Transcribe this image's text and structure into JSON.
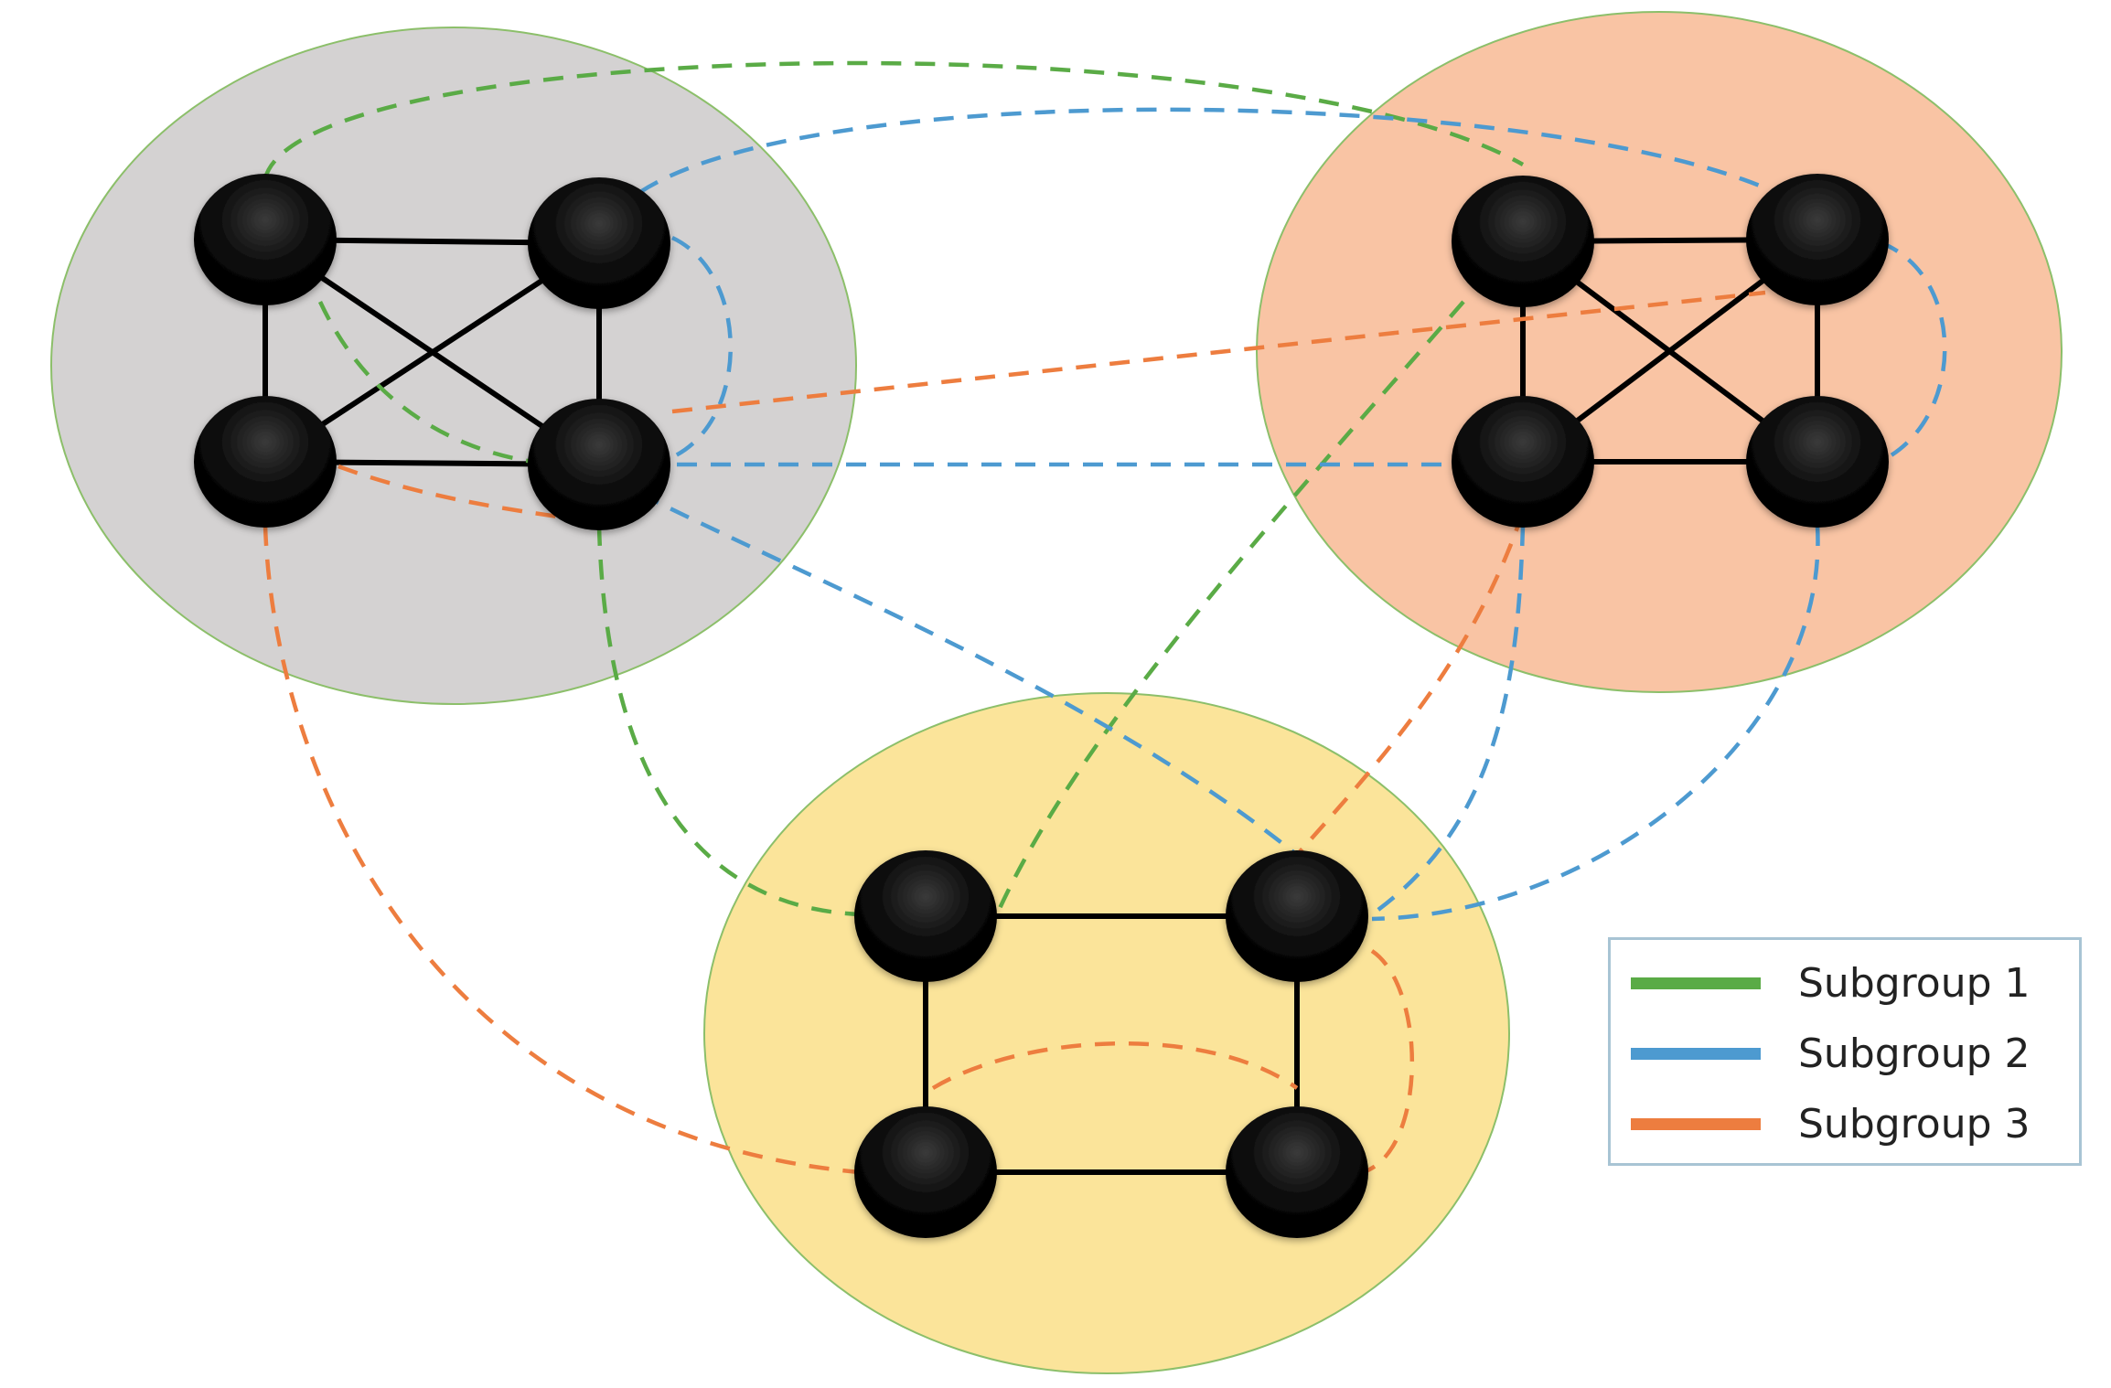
{
  "colors": {
    "group_a_fill": "#d4d2d2",
    "group_b_fill": "#f9c4a4",
    "group_c_fill": "#fbe49a",
    "group_outline": "#8cbf6a",
    "node": "#000000",
    "subgroup_1": "#5aab46",
    "subgroup_2": "#4d9ad0",
    "subgroup_3": "#ed7d3f"
  },
  "groups": [
    {
      "id": "group-top-left",
      "nodes": 4
    },
    {
      "id": "group-top-right",
      "nodes": 4
    },
    {
      "id": "group-bottom",
      "nodes": 4
    }
  ],
  "legend": {
    "items": [
      {
        "label": "Subgroup 1",
        "color": "#5aab46"
      },
      {
        "label": "Subgroup 2",
        "color": "#4d9ad0"
      },
      {
        "label": "Subgroup 3",
        "color": "#ed7d3f"
      }
    ]
  }
}
